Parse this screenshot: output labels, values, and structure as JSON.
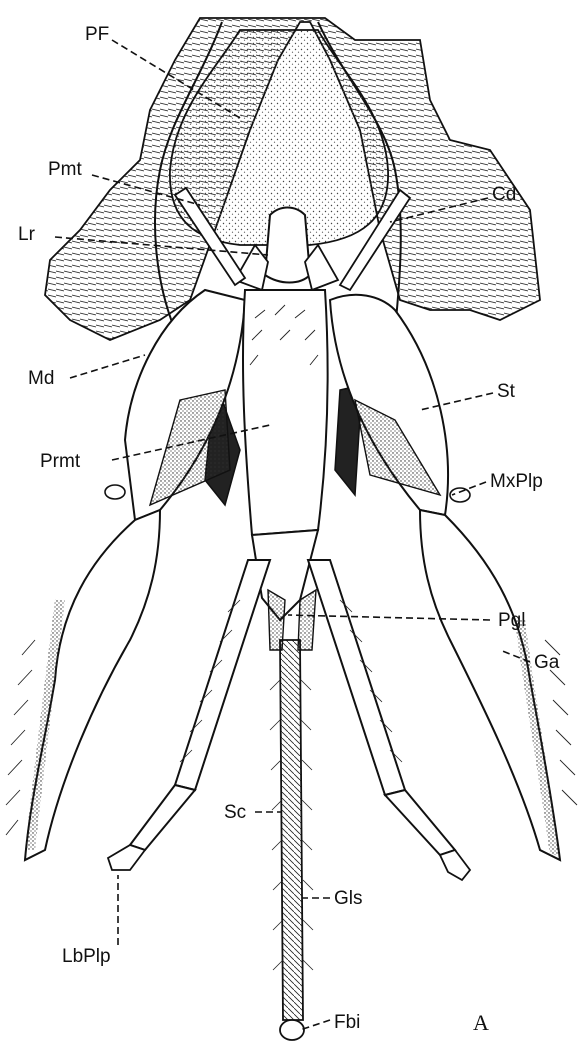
{
  "figure": {
    "panel_letter": "A",
    "labels": {
      "PF": "PF",
      "Pmt": "Pmt",
      "Cd": "Cd",
      "Lr": "Lr",
      "Md": "Md",
      "St": "St",
      "Prmt": "Prmt",
      "MxPlp": "MxPlp",
      "Pgl": "Pgl",
      "Ga": "Ga",
      "Sc": "Sc",
      "Gls": "Gls",
      "LbPlp": "LbPlp",
      "Fbi": "Fbi"
    }
  }
}
